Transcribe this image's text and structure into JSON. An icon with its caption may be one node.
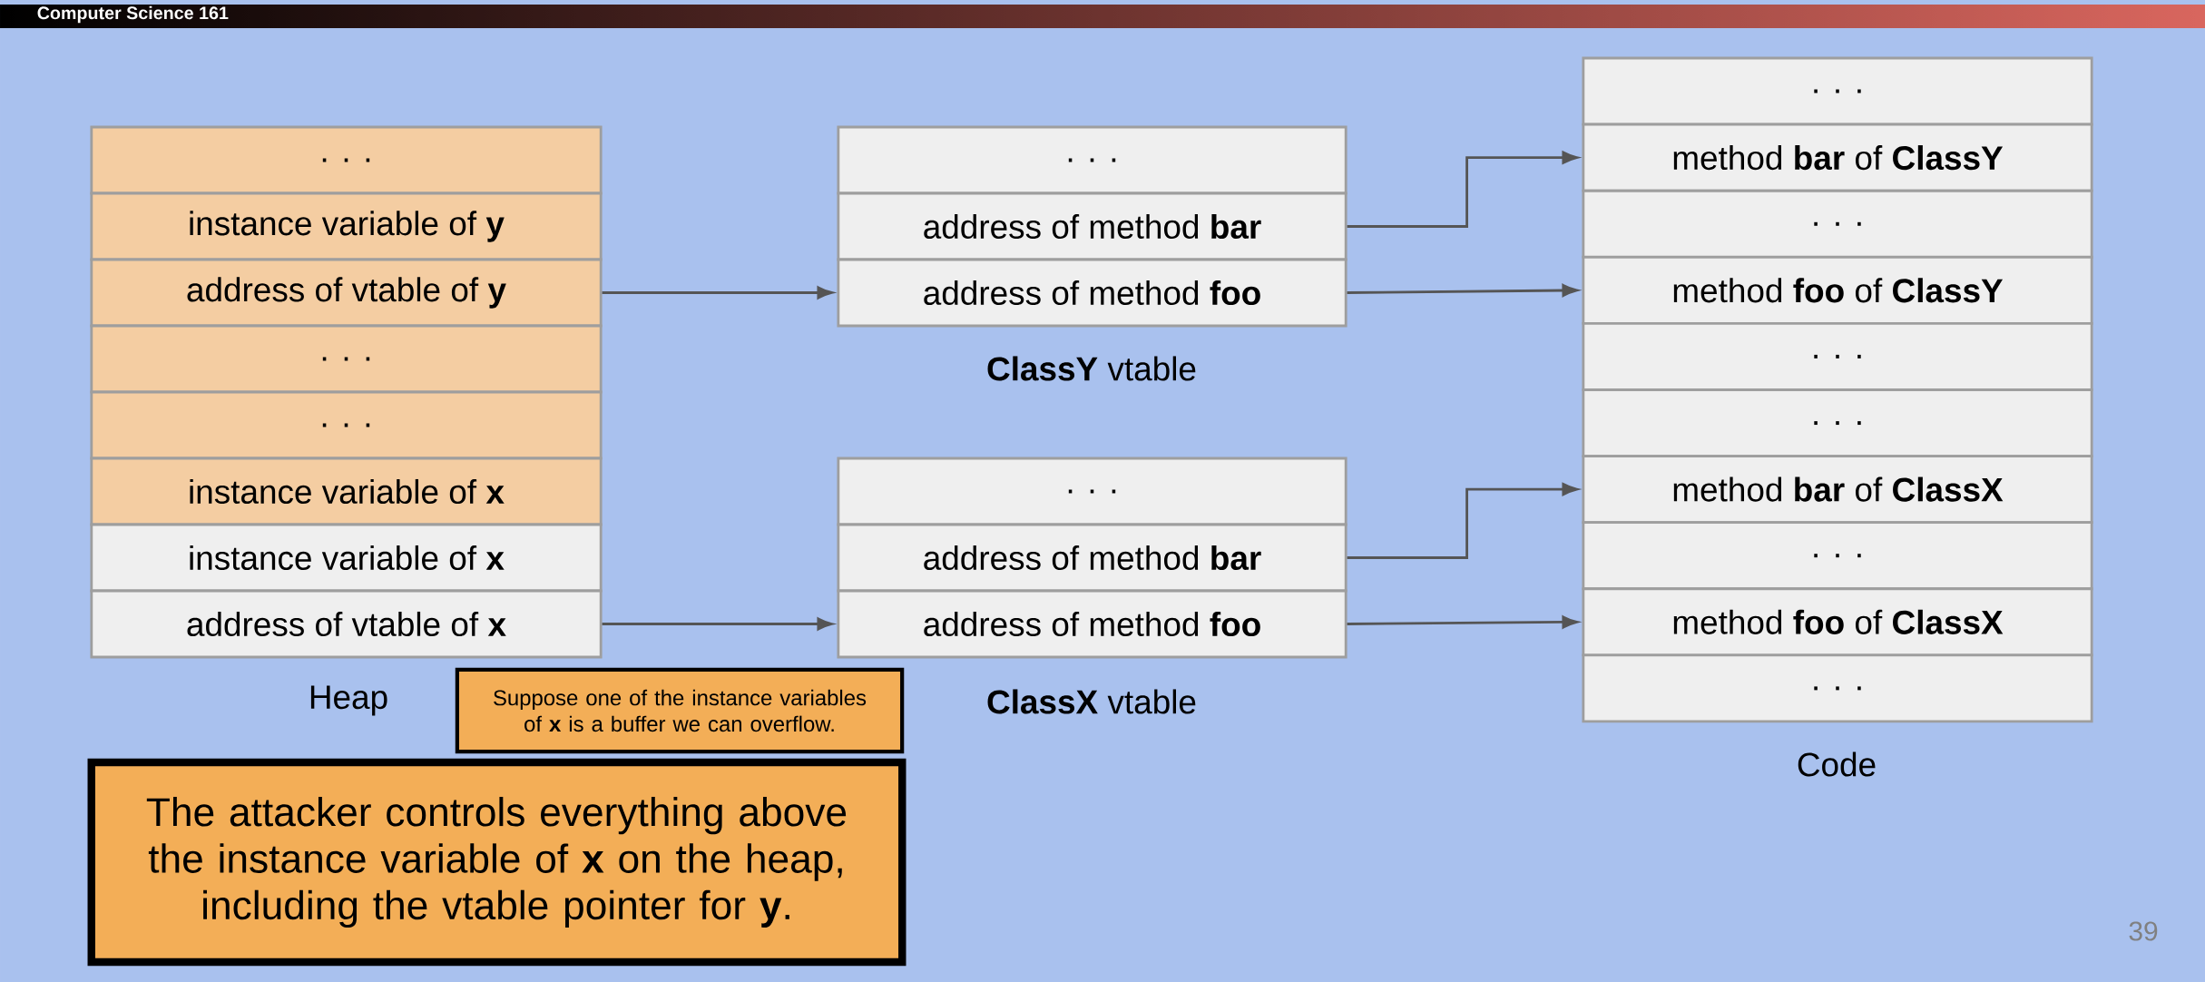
{
  "diagram": {
    "nodes": [
      {
        "text": [
          ". . ."
        ]
      },
      {
        "text": [
          "instance variable of **y**"
        ]
      },
      {
        "text": [
          "address of vtable of **y**"
        ]
      },
      {
        "text": [
          ". . ."
        ]
      },
      {
        "text": [
          ". . ."
        ]
      },
      {
        "text": [
          "instance variable of **x**"
        ]
      },
      {
        "text": [
          "instance variable of **x**"
        ]
      },
      {
        "text": [
          "address of vtable of **x**"
        ]
      },
      {
        "text": [
          ". . ."
        ]
      },
      {
        "text": [
          "address of method **bar**"
        ]
      },
      {
        "text": [
          "address of method **foo**"
        ]
      },
      {
        "text": [
          ". . ."
        ]
      },
      {
        "text": [
          "address of method **bar**"
        ]
      },
      {
        "text": [
          "address of method **foo**"
        ]
      },
      {
        "text": [
          ". . ."
        ]
      },
      {
        "text": [
          "method **bar** of **ClassY**"
        ]
      },
      {
        "text": [
          ". . ."
        ]
      },
      {
        "text": [
          "method **foo** of **ClassY**"
        ]
      },
      {
        "text": [
          ". . ."
        ]
      },
      {
        "text": [
          ". . ."
        ]
      },
      {
        "text": [
          "method **bar** of **ClassX**"
        ]
      },
      {
        "text": [
          ". . ."
        ]
      },
      {
        "text": [
          "method **foo** of **ClassX**"
        ]
      },
      {
        "text": [
          ". . ."
        ]
      },
      {
        "text": [
          "Suppose one of the instance variables of **x** is a buffer we can overflow."
        ]
      },
      {
        "text": [
          "The attacker controls everything above the instance variable of **x** on the heap, including the vtable pointer for **y**."
        ]
      }
    ],
    "edges": [
      {
        "from": 2,
        "to": 10,
        "arrow": "to"
      },
      {
        "from": 7,
        "to": 13,
        "arrow": "to"
      },
      {
        "from": 9,
        "to": 15,
        "arrow": "to"
      },
      {
        "from": 10,
        "to": 17,
        "arrow": "to"
      },
      {
        "from": 12,
        "to": 20,
        "arrow": "to"
      },
      {
        "from": 13,
        "to": 22,
        "arrow": "to"
      }
    ],
    "labels": [
      "Computer Science 161",
      "**ClassY** vtable",
      "Heap",
      "**ClassX** vtable",
      "Code",
      "39"
    ]
  }
}
